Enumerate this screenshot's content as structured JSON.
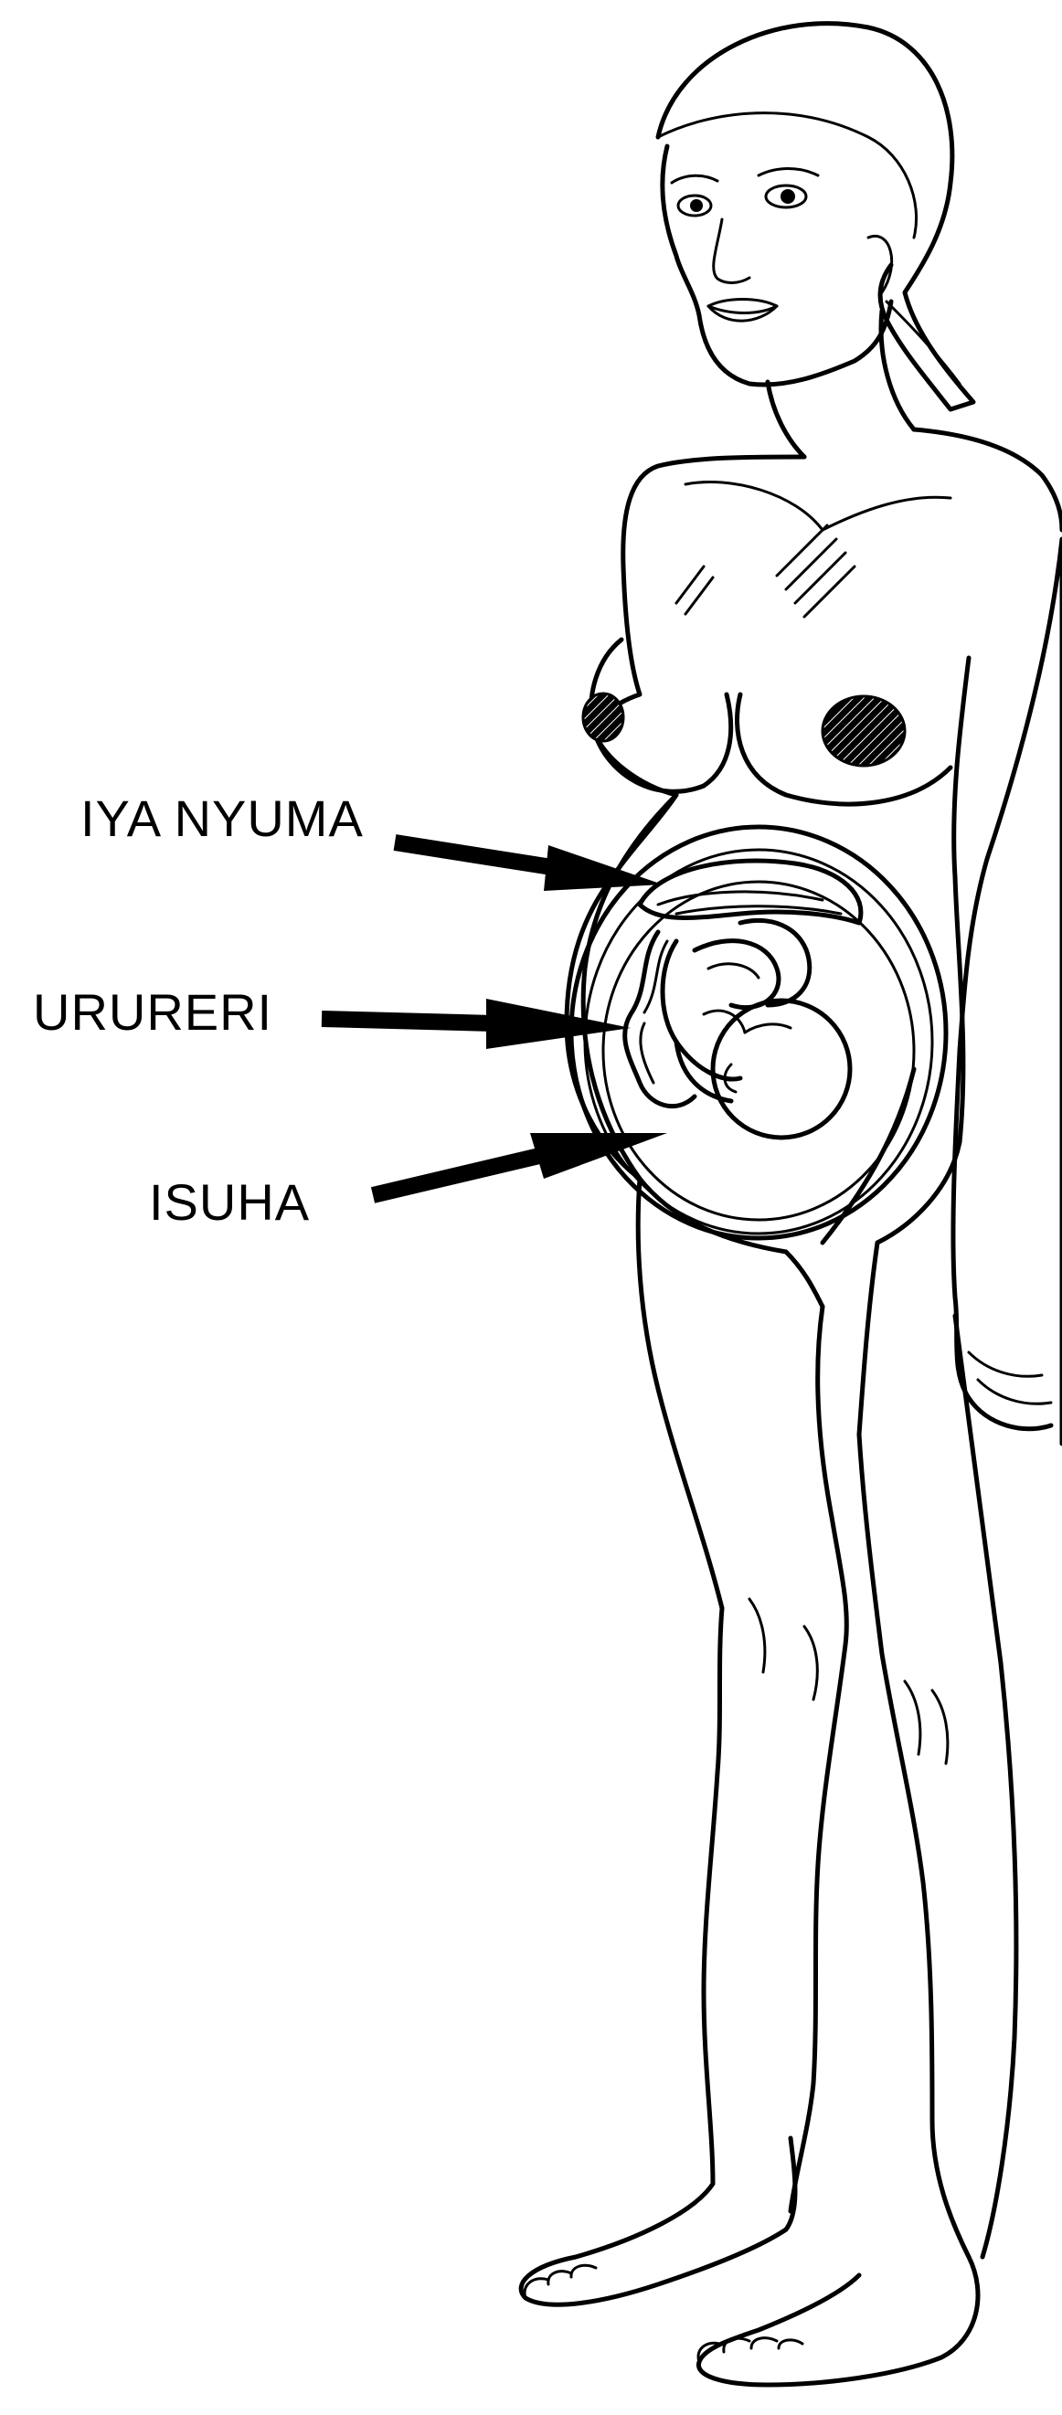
{
  "labels": {
    "placenta": "IYA NYUMA",
    "cord": "URURERI",
    "fetus": "ISUHA"
  },
  "colors": {
    "ink": "#000000",
    "background": "#ffffff"
  }
}
